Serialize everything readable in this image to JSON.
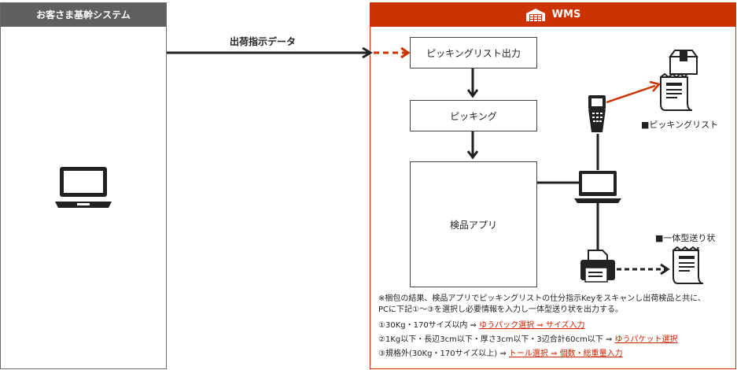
{
  "left_system": {
    "title": "お客さま基幹システム",
    "icon": "laptop-icon"
  },
  "flow_label": "出荷指示データ",
  "wms": {
    "title": "WMS",
    "icon": "warehouse-icon"
  },
  "steps": {
    "picking_list_output": "ピッキングリスト出力",
    "picking": "ピッキング",
    "inspection_app": "検品アプリ"
  },
  "outputs": {
    "picking_list": "■ピッキングリスト",
    "shipping_label": "■一体型送り状"
  },
  "notes": {
    "line1": "※梱包の結果、検品アプリでピッキングリストの仕分指示Keyをスキャンし出荷検品と共に、",
    "line2": "PCに下記①～③を選択し必要情報を入力し一体型送り状を出力する。",
    "item1_text": "①30Kg・170サイズ以内 ⇒ ",
    "item1_action": "ゆうパック選択 ⇒ サイズ入力",
    "item2_text": "②1Kg以下・長辺3cm以下・厚さ3cm以下・3辺合計60cm以下 ⇒ ",
    "item2_action": "ゆうパケット選択",
    "item3_text": "③規格外(30Kg・170サイズ以上) ⇒ ",
    "item3_action": "トール選択 ⇒ 個数・総重量入力"
  },
  "colors": {
    "accent": "#cc3300",
    "header_gray": "#5f5f5f",
    "line": "#222222"
  }
}
